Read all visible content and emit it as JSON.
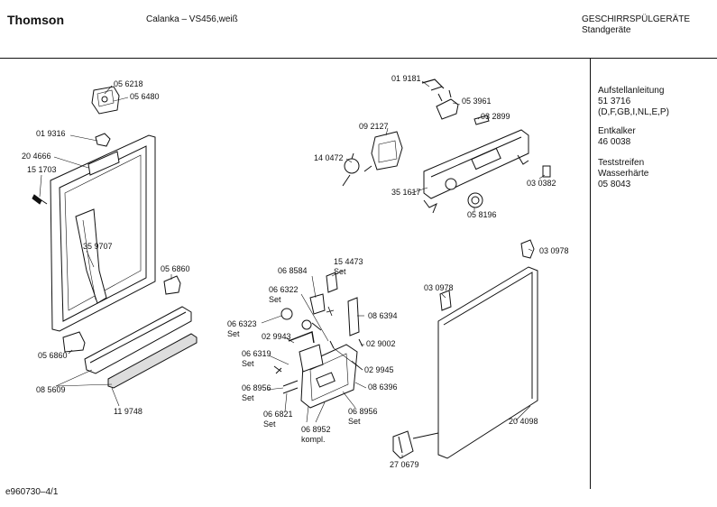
{
  "header": {
    "brand": "Thomson",
    "model": "Calanka – VS456,weiß",
    "category_line1": "GESCHIRRSPÜLGERÄTE",
    "category_line2": "Standgeräte"
  },
  "sidebar": {
    "groups": [
      {
        "lines": [
          "Aufstellanleitung",
          "51 3716",
          "(D,F,GB,I,NL,E,P)"
        ]
      },
      {
        "lines": [
          "Entkalker",
          "46 0038"
        ]
      },
      {
        "lines": [
          "Teststreifen",
          "Wasserhärte",
          "05 8043"
        ]
      }
    ]
  },
  "footer": {
    "code": "e960730–4/1"
  },
  "parts": {
    "p056218": "05 6218",
    "p056480": "05 6480",
    "p019316": "01 9316",
    "p204666": "20 4666",
    "p151703": "15 1703",
    "p359707": "35 9707",
    "p056860a": "05 6860",
    "p056860b": "05 6860",
    "p085609": "08 5609",
    "p119748": "11 9748",
    "p019181": "01 9181",
    "p053961": "05 3961",
    "p092127": "09 2127",
    "p032899": "03 2899",
    "p140472": "14 0472",
    "p351617": "35 1617",
    "p030382": "03 0382",
    "p058196": "05 8196",
    "p030978a": "03 0978",
    "p030978b": "03 0978",
    "p068584": "06 8584",
    "p154473": "15 4473",
    "p154473set": "Set",
    "p066322": "06 6322",
    "p066322set": "Set",
    "p066323": "06 6323",
    "p066323set": "Set",
    "p086394": "08 6394",
    "p029943": "02 9943",
    "p029002": "02 9002",
    "p066319": "06 6319",
    "p066319set": "Set",
    "p029945": "02 9945",
    "p068956a": "06 8956",
    "p068956aset": "Set",
    "p086396": "08 6396",
    "p066821": "06 6821",
    "p066821set": "Set",
    "p068956b": "06 8956",
    "p068956bset": "Set",
    "p068952": "06 8952",
    "p068952kompl": "kompl.",
    "p204098": "20 4098",
    "p270679": "27 0679"
  }
}
